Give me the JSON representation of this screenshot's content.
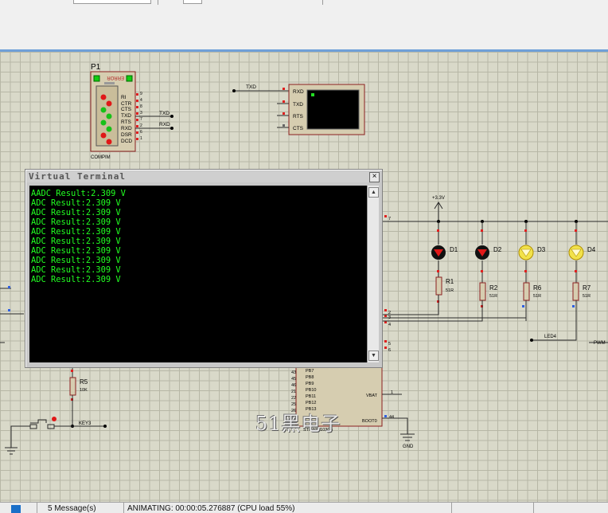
{
  "toolbar": {},
  "statusbar": {
    "message_count": "5 Message(s)",
    "animation_status": "ANIMATING: 00:00:05.276887 (CPU load 55%)"
  },
  "terminal": {
    "title": "Virtual Terminal",
    "close_glyph": "×",
    "lines": [
      "AADC Result:2.309 V",
      "ADC Result:2.309 V",
      "ADC Result:2.309 V",
      "ADC Result:2.309 V",
      "ADC Result:2.309 V",
      "ADC Result:2.309 V",
      "ADC Result:2.309 V",
      "ADC Result:2.309 V",
      "ADC Result:2.309 V",
      "ADC Result:2.309 V"
    ]
  },
  "schematic": {
    "compim": {
      "ref": "P1",
      "name": "COMPIM",
      "logo": "ERROR",
      "pins": [
        "RI",
        "CTR",
        "CTS",
        "TXD",
        "RTS",
        "RXD",
        "DSR",
        "DCD"
      ],
      "pin_nums": [
        "9",
        "4",
        "8",
        "3",
        "7",
        "2",
        "6",
        "1"
      ],
      "net_txd": "TXD",
      "net_rxd": "RXD"
    },
    "vterm_part": {
      "net": "TXD",
      "pins": [
        "RXD",
        "TXD",
        "RTS",
        "CTS"
      ]
    },
    "supply": "+3.3V",
    "leds": [
      {
        "ref": "D1",
        "color": "red"
      },
      {
        "ref": "D2",
        "color": "red"
      },
      {
        "ref": "D3",
        "color": "yellow"
      },
      {
        "ref": "D4",
        "color": "yellow"
      }
    ],
    "resistors": [
      {
        "ref": "R1",
        "value": "51R"
      },
      {
        "ref": "R2",
        "value": "51R"
      },
      {
        "ref": "R6",
        "value": "51R"
      },
      {
        "ref": "R7",
        "value": "51R"
      }
    ],
    "r5": {
      "ref": "R5",
      "value": "10K"
    },
    "key_net": "KEY3",
    "led4_net": "LED4",
    "pwm_net": "PWM",
    "gnd": "GND",
    "mcu": {
      "pins_left": [
        "PB7",
        "PB8",
        "PB9",
        "PB10",
        "PB11",
        "PB12",
        "PB13"
      ],
      "pin_nums_left": [
        "43",
        "45",
        "46",
        "21",
        "22",
        "25",
        "26"
      ],
      "pins_right": [
        "VBAT",
        "BOOT0"
      ],
      "pin_nums_right": [
        "1",
        "44",
        "7",
        "2",
        "3",
        "4",
        "5",
        "6"
      ],
      "part_name": "STM32F103C6"
    },
    "watermark": "51黑电子"
  }
}
